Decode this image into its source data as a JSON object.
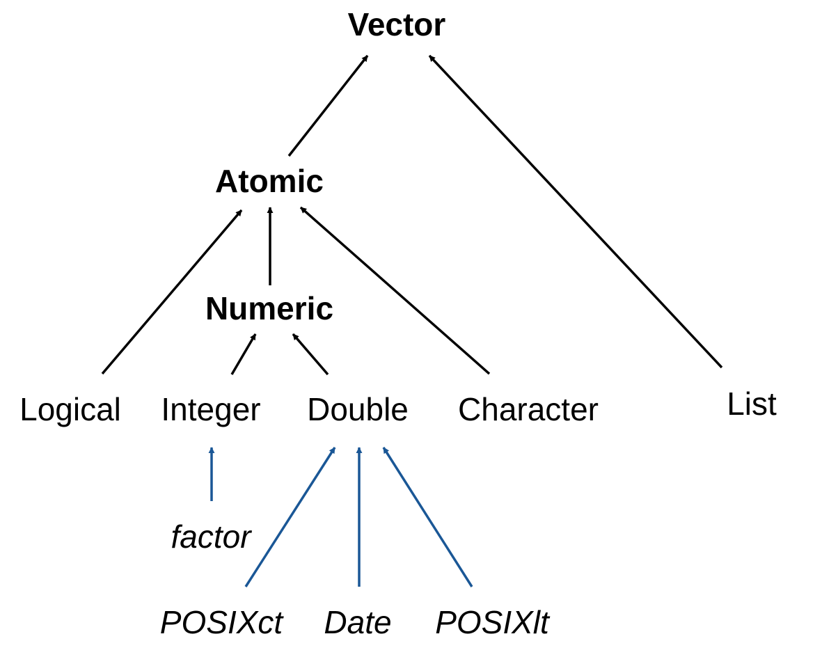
{
  "colors": {
    "base_edge": "#000000",
    "s3_edge": "#1a5796",
    "text": "#000000",
    "background": "#ffffff"
  },
  "nodes": {
    "vector": "Vector",
    "atomic": "Atomic",
    "numeric": "Numeric",
    "logical": "Logical",
    "integer": "Integer",
    "double": "Double",
    "character": "Character",
    "list": "List",
    "factor": "factor",
    "posixct": "POSIXct",
    "date": "Date",
    "posixlt": "POSIXlt"
  },
  "edges": [
    {
      "from": "atomic",
      "to": "vector",
      "color": "base_edge"
    },
    {
      "from": "list",
      "to": "vector",
      "color": "base_edge"
    },
    {
      "from": "logical",
      "to": "atomic",
      "color": "base_edge"
    },
    {
      "from": "numeric",
      "to": "atomic",
      "color": "base_edge"
    },
    {
      "from": "character",
      "to": "atomic",
      "color": "base_edge"
    },
    {
      "from": "integer",
      "to": "numeric",
      "color": "base_edge"
    },
    {
      "from": "double",
      "to": "numeric",
      "color": "base_edge"
    },
    {
      "from": "factor",
      "to": "integer",
      "color": "s3_edge"
    },
    {
      "from": "posixct",
      "to": "double",
      "color": "s3_edge"
    },
    {
      "from": "date",
      "to": "double",
      "color": "s3_edge"
    },
    {
      "from": "posixlt",
      "to": "double",
      "color": "s3_edge"
    }
  ]
}
